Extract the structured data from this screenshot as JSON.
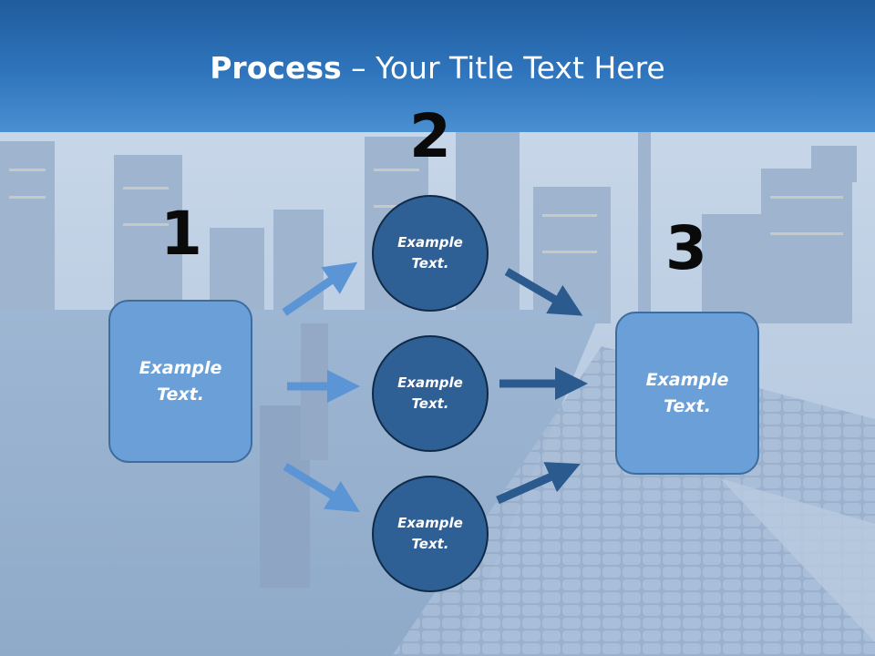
{
  "title": {
    "bold": "Process",
    "rest": " – Your Title Text Here"
  },
  "steps": {
    "one": "1",
    "two": "2",
    "three": "3"
  },
  "nodes": {
    "left_box": "Example\nText.",
    "circle_top": "Example\nText.",
    "circle_middle": "Example\nText.",
    "circle_bottom": "Example\nText.",
    "right_box": "Example\nText."
  },
  "colors": {
    "title_band": "#2f75bd",
    "box_fill": "#6a9fd8",
    "circle_fill": "#2e5f95",
    "arrow_light": "#5b95d6",
    "arrow_dark": "#2b5a8e"
  }
}
